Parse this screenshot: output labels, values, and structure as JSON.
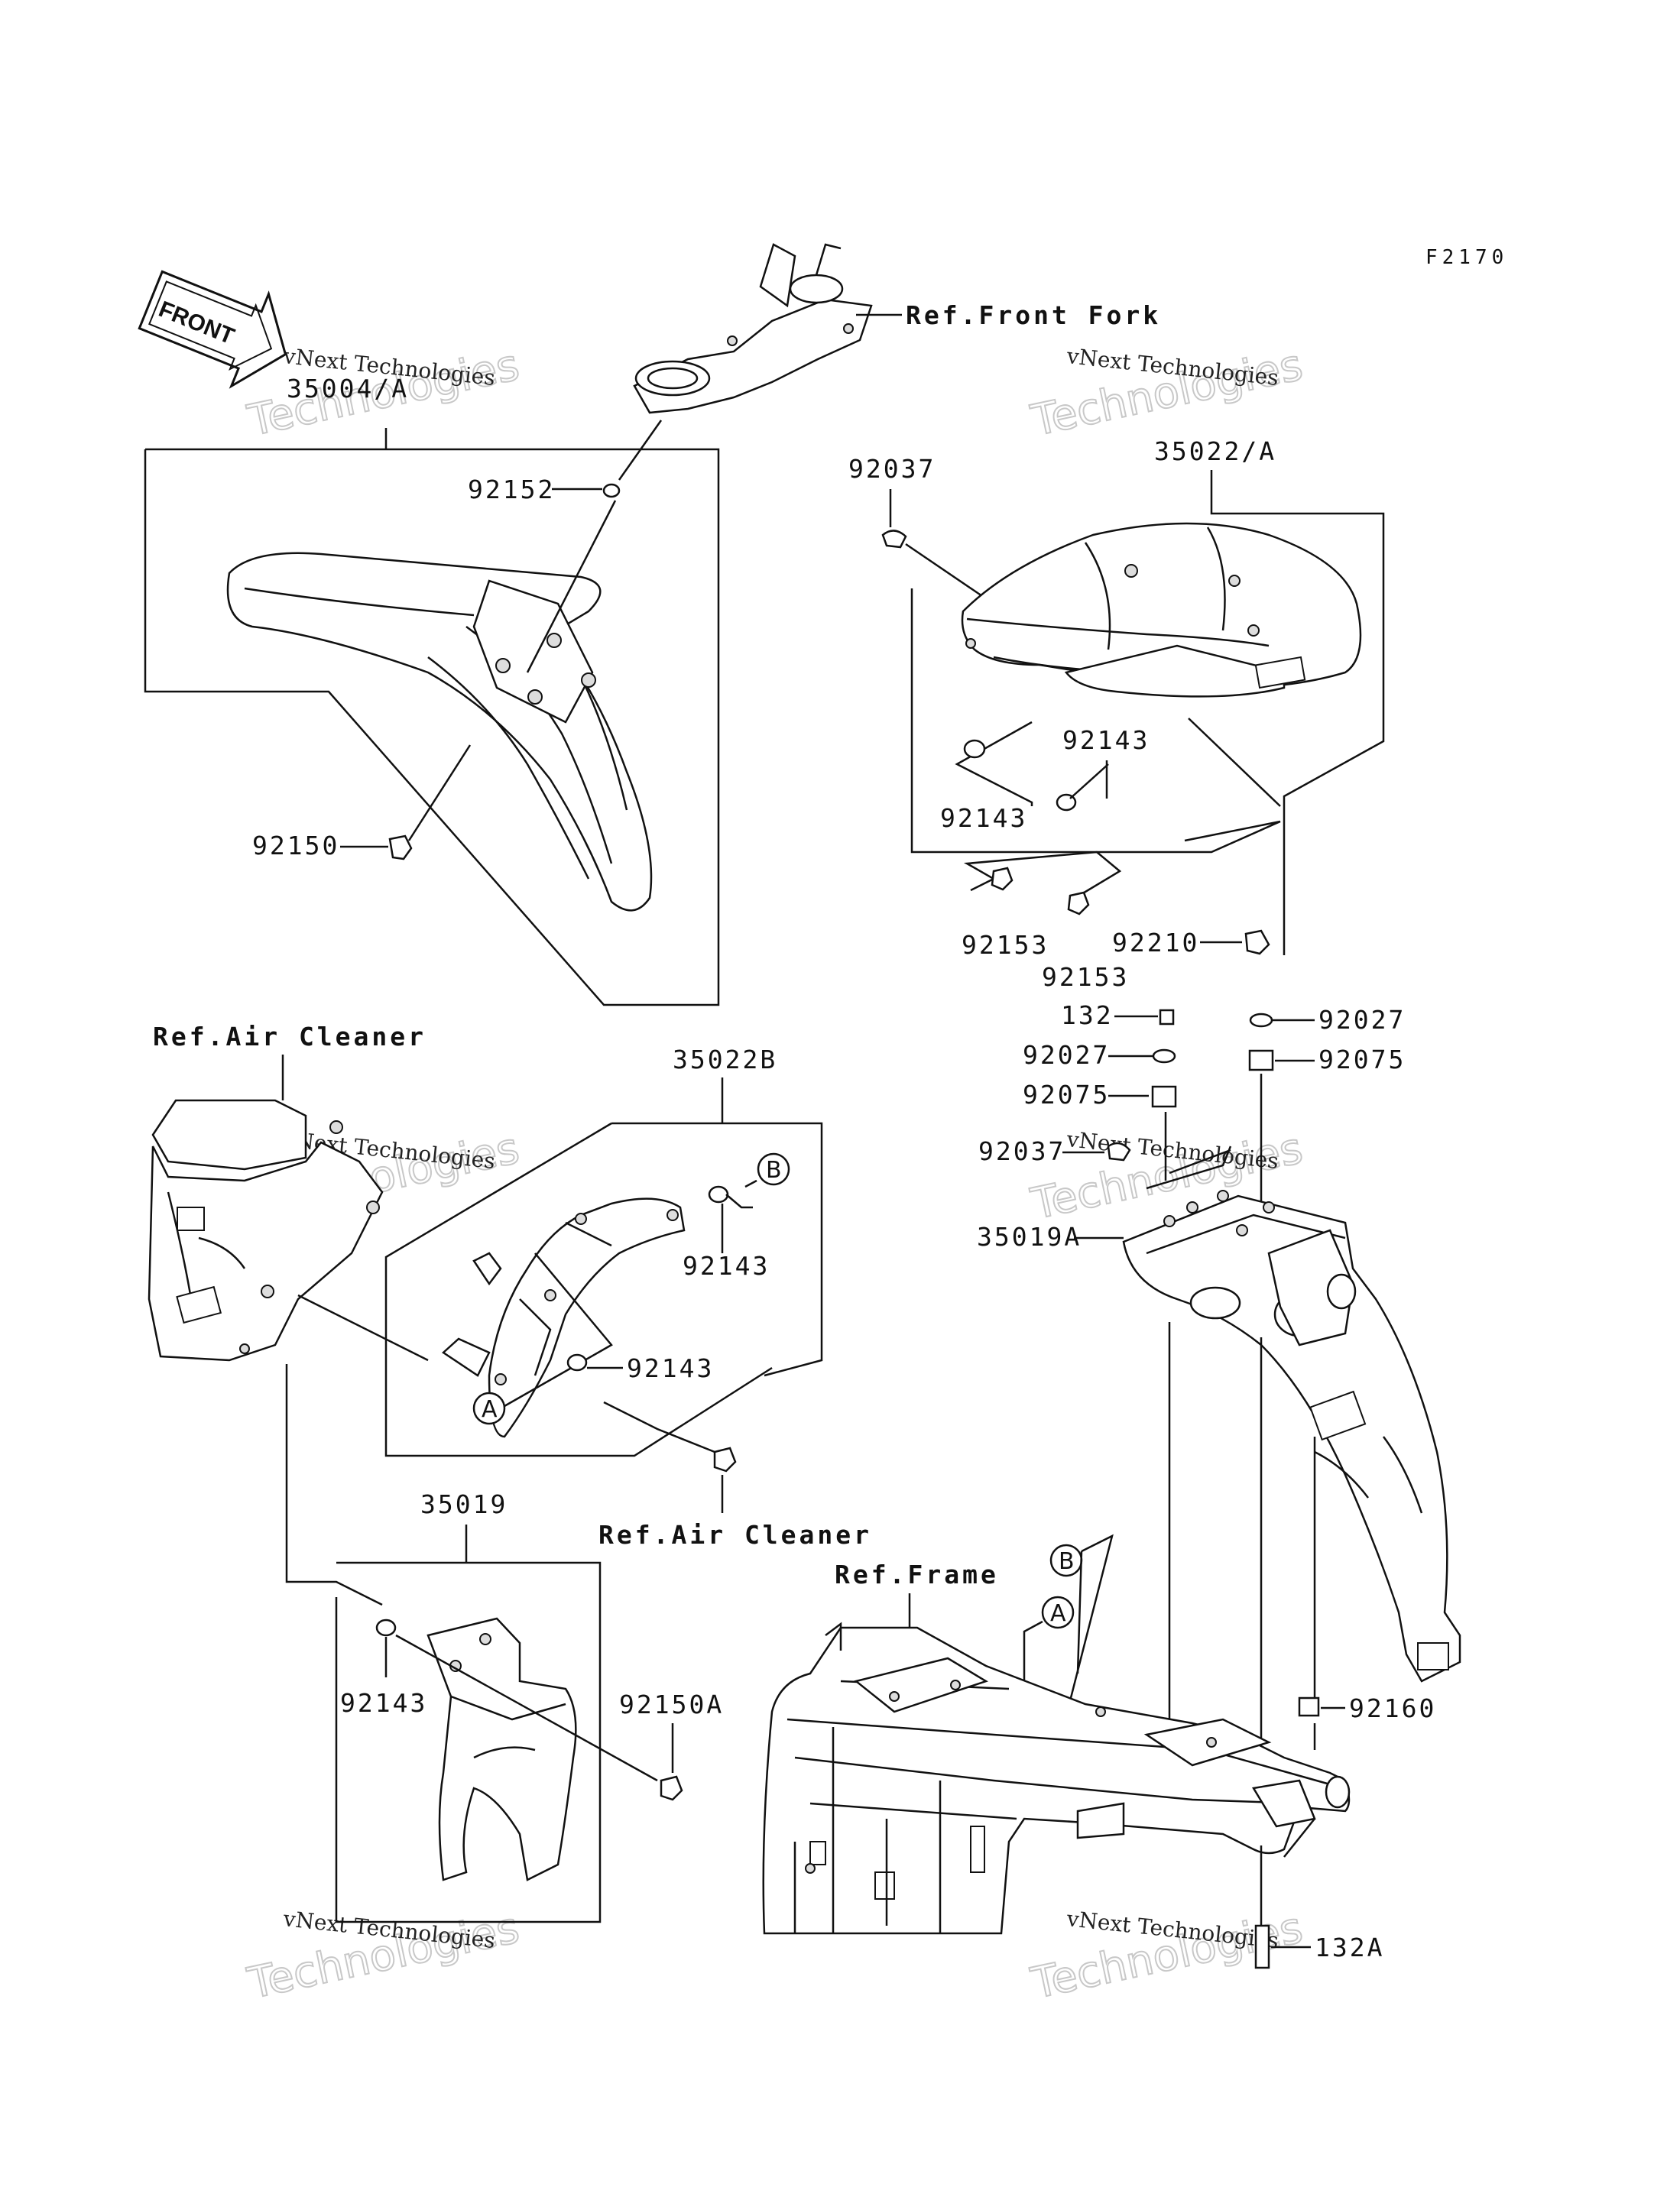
{
  "diagram_code": "F2170",
  "front_arrow": "FRONT",
  "watermark": {
    "line1": "vNext Technologies",
    "line2": "Technologies"
  },
  "references": {
    "front_fork": "Ref.Front Fork",
    "air_cleaner_top": "Ref.Air Cleaner",
    "air_cleaner_bottom": "Ref.Air Cleaner",
    "frame": "Ref.Frame"
  },
  "parts": {
    "p35004A": "35004/A",
    "p92152": "92152",
    "p92150": "92150",
    "p92037_top": "92037",
    "p35022A": "35022/A",
    "p92143_r1": "92143",
    "p92143_r2": "92143",
    "p92153_a": "92153",
    "p92153_b": "92153",
    "p92210": "92210",
    "p132": "132",
    "p92027_l": "92027",
    "p92027_r": "92027",
    "p92075_l": "92075",
    "p92075_r": "92075",
    "p92037_mid": "92037",
    "p35019A": "35019A",
    "p35022B": "35022B",
    "p92143_b1": "92143",
    "p92143_b2": "92143",
    "p35019": "35019",
    "p92143_c": "92143",
    "p92150A": "92150A",
    "p92160": "92160",
    "p132A": "132A"
  },
  "callouts": {
    "A": "A",
    "B": "B"
  }
}
